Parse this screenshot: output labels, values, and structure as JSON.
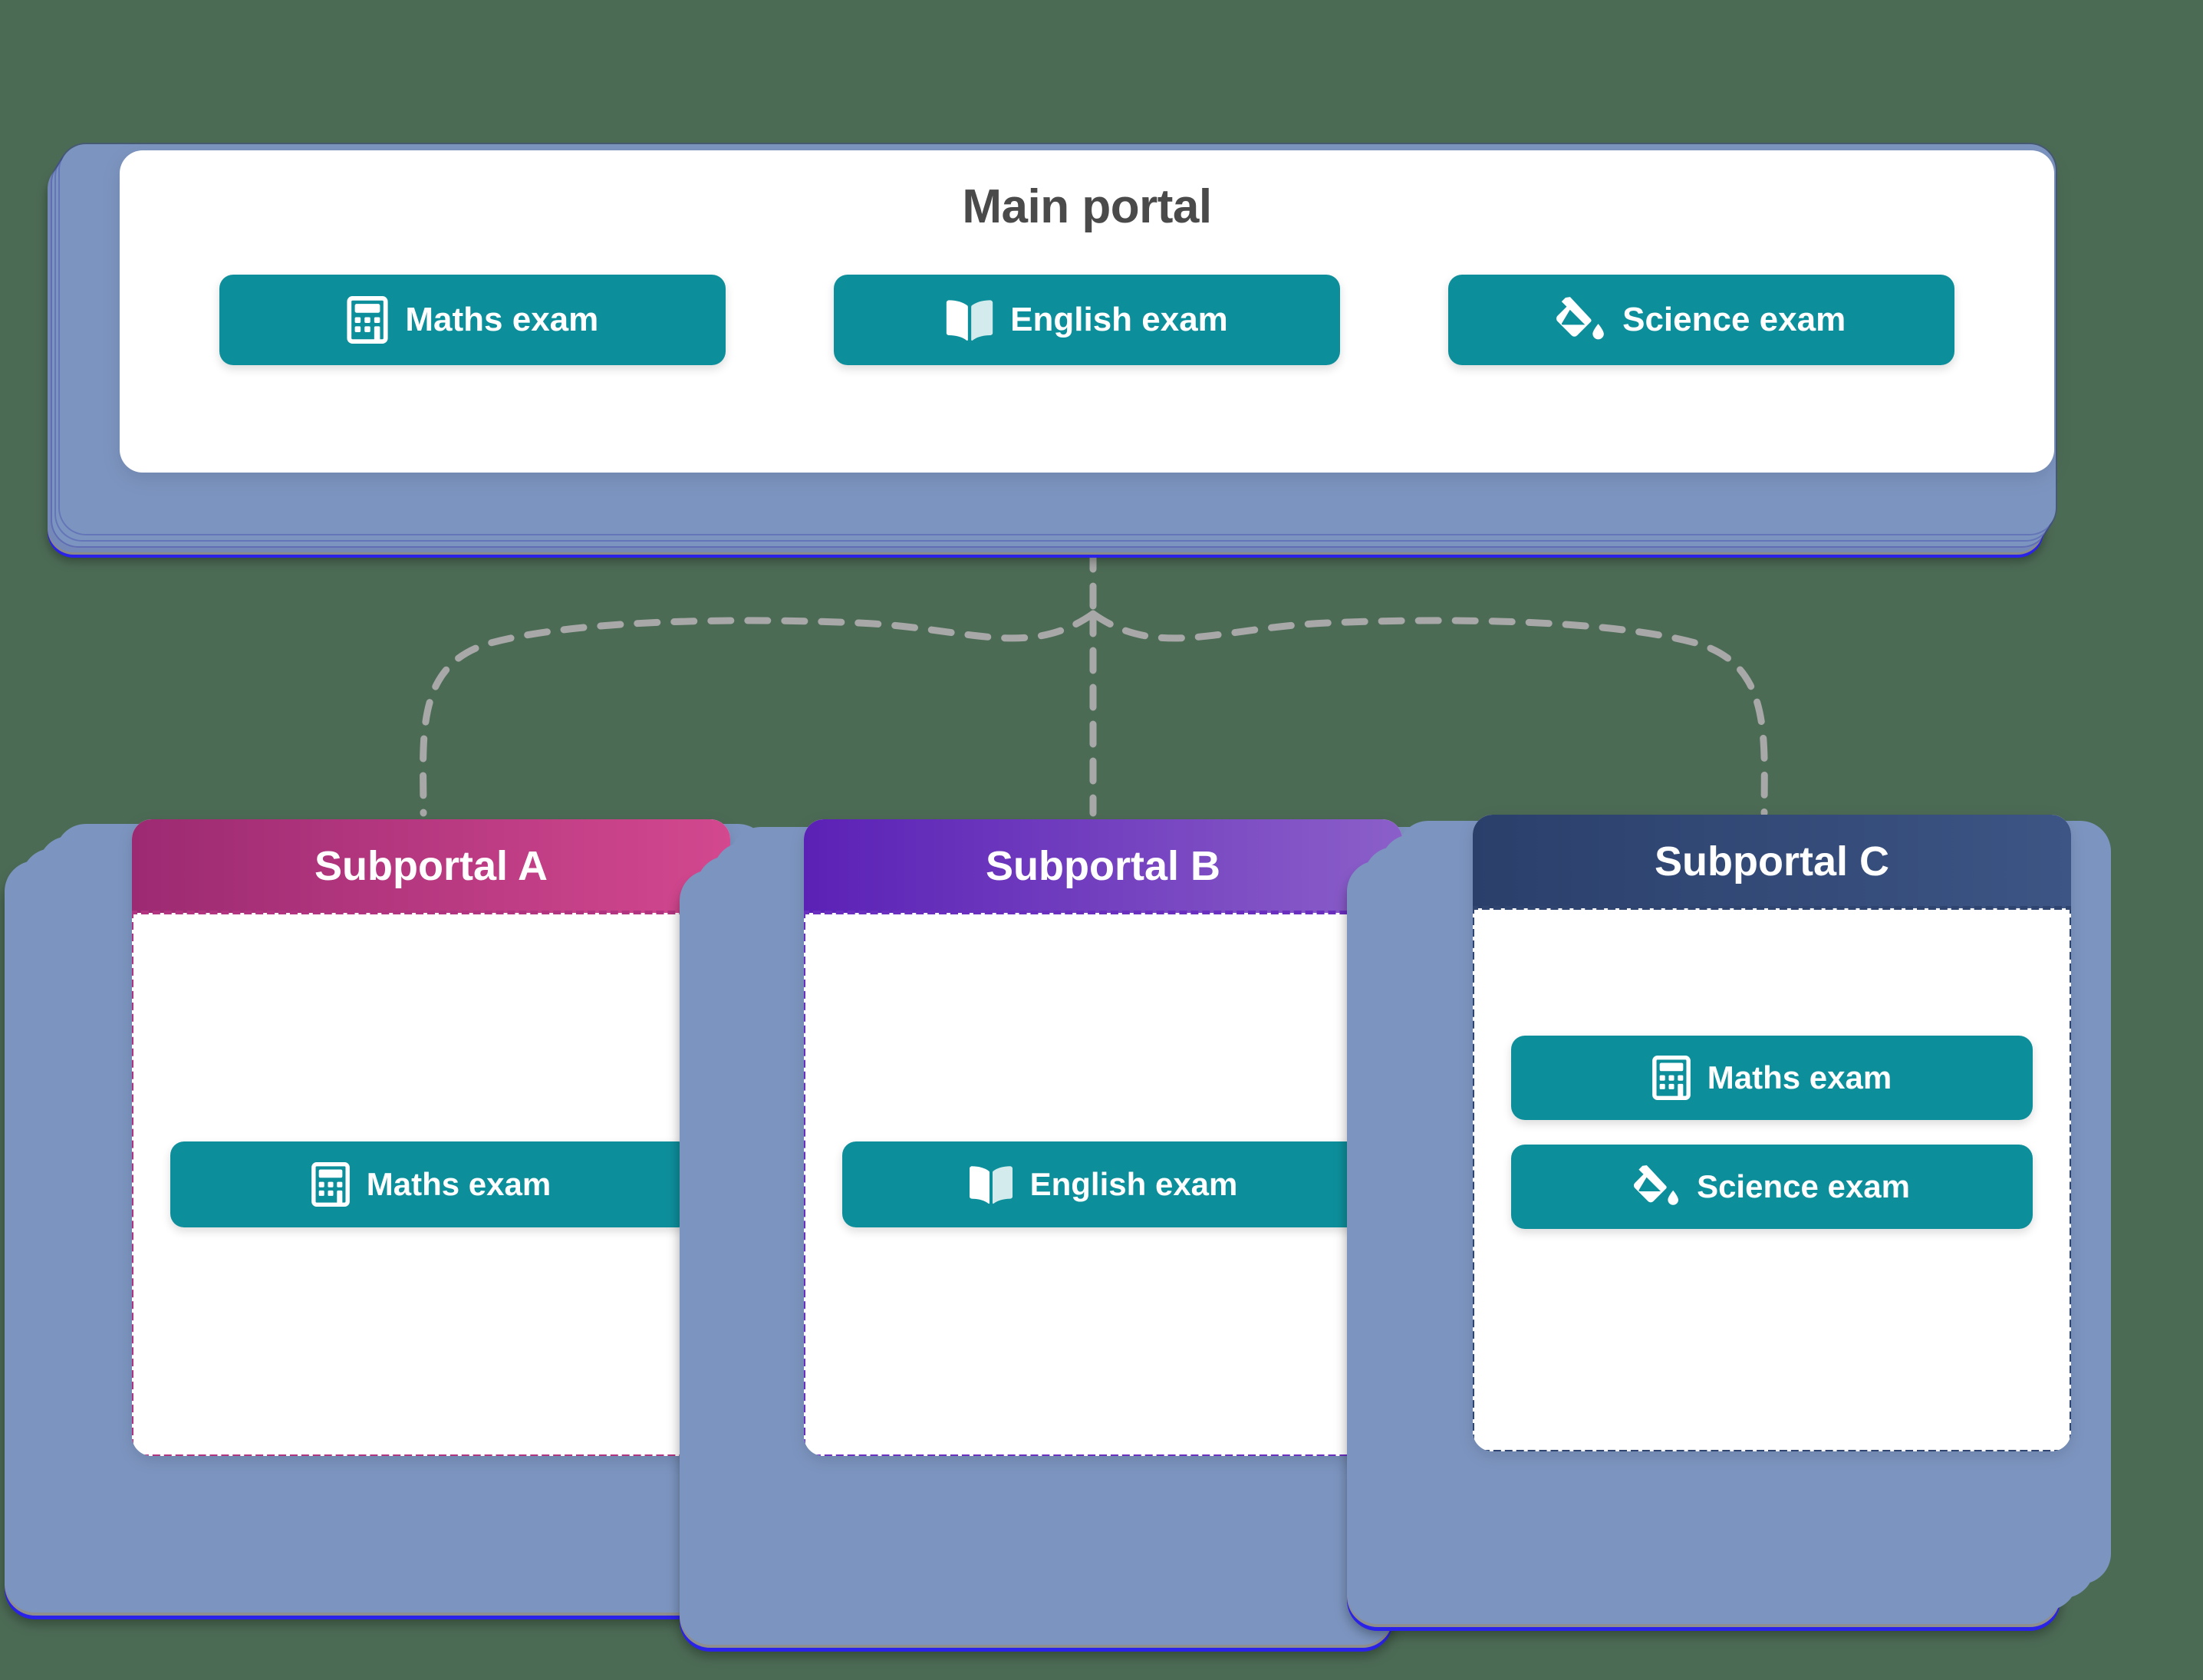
{
  "diagram": {
    "background_color": "#4c6b55",
    "accent_teal": "#0d8f9b",
    "deck_color": "#7c95c0",
    "connector_color": "#a8a8a8"
  },
  "main_portal": {
    "title": "Main portal",
    "title_color": "#4a4a4a",
    "buttons": [
      {
        "label": "Maths exam",
        "icon": "calculator-icon"
      },
      {
        "label": "English exam",
        "icon": "open-book-icon"
      },
      {
        "label": "Science exam",
        "icon": "paint-bucket-icon"
      }
    ]
  },
  "subportals": [
    {
      "title": "Subportal A",
      "header_color_start": "#9c2a72",
      "header_color_end": "#d3488f",
      "border_color": "#b0347f",
      "buttons": [
        {
          "label": "Maths exam",
          "icon": "calculator-icon"
        }
      ]
    },
    {
      "title": "Subportal B",
      "header_color_start": "#5b21b6",
      "header_color_end": "#8b5fc9",
      "border_color": "#6b2fc0",
      "buttons": [
        {
          "label": "English exam",
          "icon": "open-book-icon"
        }
      ]
    },
    {
      "title": "Subportal C",
      "header_color_start": "#2b3f6b",
      "header_color_end": "#3c5584",
      "border_color": "#2f4570",
      "buttons": [
        {
          "label": "Maths exam",
          "icon": "calculator-icon"
        },
        {
          "label": "Science exam",
          "icon": "paint-bucket-icon"
        }
      ]
    }
  ],
  "connectors": {
    "description": "dashed lines from main portal to three subportals",
    "style": "dashed",
    "color": "#a8a8a8"
  }
}
